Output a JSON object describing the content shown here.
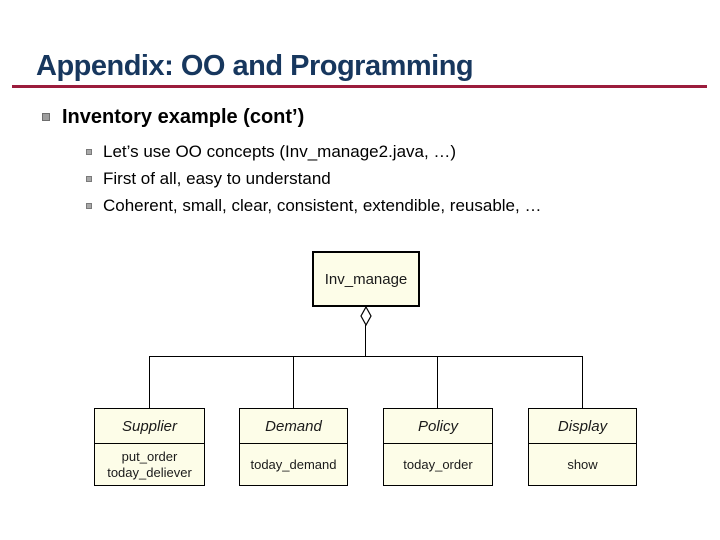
{
  "slide": {
    "title": "Appendix: OO and Programming",
    "bullet": "Inventory example (cont’)",
    "sub_bullets": [
      "Let’s use OO concepts (Inv_manage2.java, …)",
      "First of all, easy to understand",
      "Coherent, small, clear, consistent, extendible, reusable, …"
    ]
  },
  "diagram": {
    "root": {
      "name": "Inv_manage"
    },
    "relationship": "aggregation",
    "classes": [
      {
        "name": "Supplier",
        "methods": [
          "put_order",
          "today_deliever"
        ]
      },
      {
        "name": "Demand",
        "methods": [
          "today_demand"
        ]
      },
      {
        "name": "Policy",
        "methods": [
          "today_order"
        ]
      },
      {
        "name": "Display",
        "methods": [
          "show"
        ]
      }
    ]
  },
  "colors": {
    "title_text": "#17375E",
    "title_rule": "#9B1C3C",
    "body_text": "#000000",
    "bullet_marker": "#9E9E9E",
    "box_fill": "#FDFDE8",
    "box_border": "#000000",
    "background": "#FFFFFF"
  }
}
